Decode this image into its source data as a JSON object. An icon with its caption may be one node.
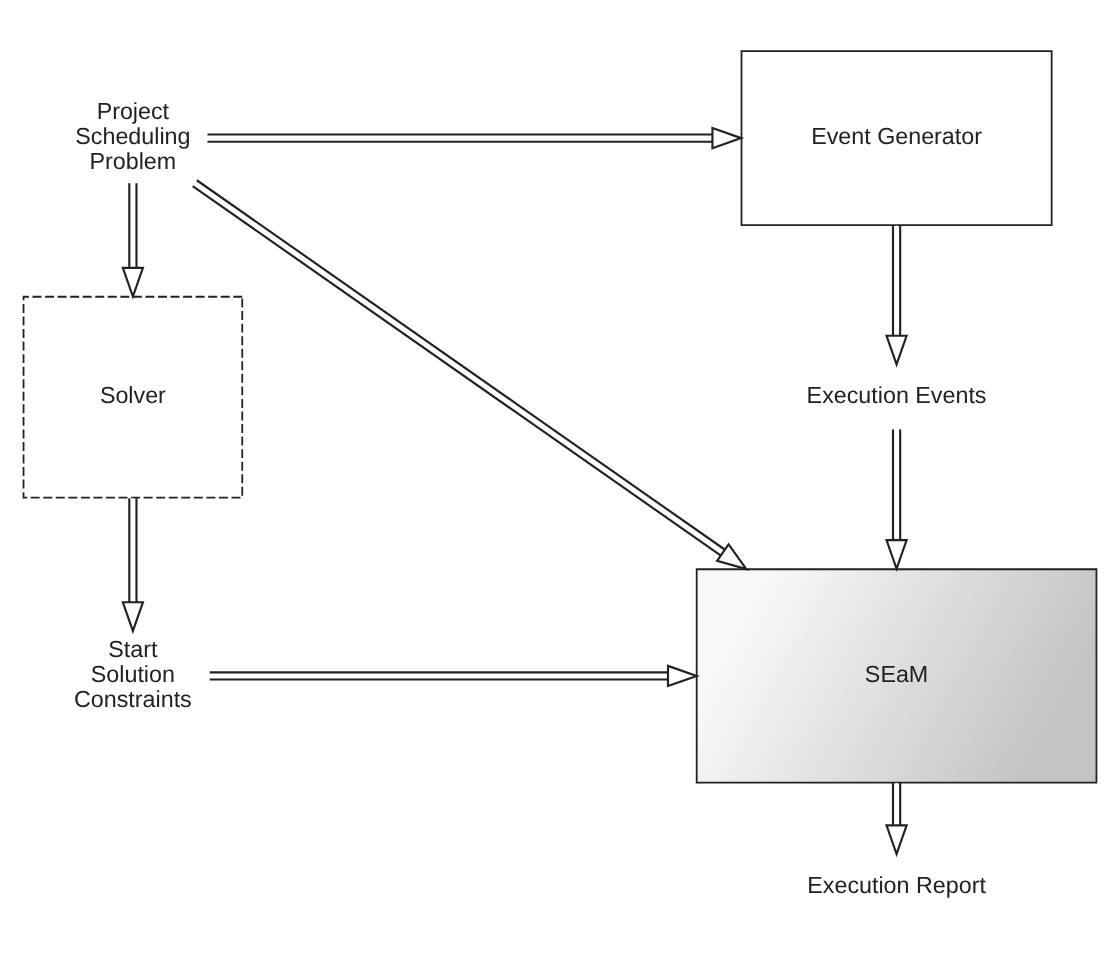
{
  "diagram": {
    "nodes": [
      {
        "text": [
          "Project Scheduling Problem"
        ]
      },
      {
        "text": [
          "Event Generator"
        ]
      },
      {
        "text": [
          "Solver"
        ]
      },
      {
        "text": [
          "Execution Events"
        ]
      },
      {
        "text": [
          "SEaM"
        ]
      },
      {
        "text": [
          "Start Solution Constraints"
        ]
      },
      {
        "text": [
          "Execution Report"
        ]
      }
    ],
    "edges": [
      {
        "from": 0,
        "to": 1,
        "arrow": "to"
      },
      {
        "from": 0,
        "to": 2,
        "arrow": "to"
      },
      {
        "from": 0,
        "to": 4,
        "arrow": "to"
      },
      {
        "from": 1,
        "to": 3,
        "arrow": "to"
      },
      {
        "from": 3,
        "to": 4,
        "arrow": "to"
      },
      {
        "from": 2,
        "to": 5,
        "arrow": "to"
      },
      {
        "from": 5,
        "to": 4,
        "arrow": "to"
      },
      {
        "from": 4,
        "to": 6,
        "arrow": "to"
      }
    ]
  }
}
